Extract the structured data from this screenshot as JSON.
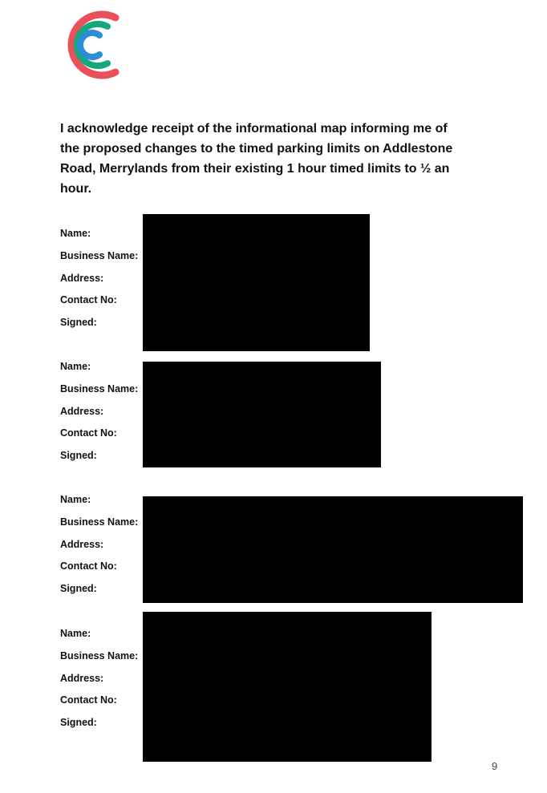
{
  "logo": {
    "name": "logo-rings",
    "colors": {
      "outer": "#e8505b",
      "middle": "#16a87a",
      "inner": "#2b8fd6"
    }
  },
  "paragraph": {
    "lines": [
      "I acknowledge receipt of the informational map informing me of",
      "the proposed changes to the timed parking limits on Addlestone",
      "Road, Merrylands from their existing 1 hour timed limits to ½ an",
      "hour."
    ]
  },
  "blocks": [
    {
      "labels": [
        "Name:",
        "Business Name:",
        "Address:",
        "Contact No:",
        "Signed:"
      ]
    },
    {
      "labels": [
        "Name:",
        "Business Name:",
        "Address:",
        "Contact No:",
        "Signed:"
      ]
    },
    {
      "labels": [
        "Name:",
        "Business Name:",
        "Address:",
        "Contact No:",
        "Signed:"
      ]
    },
    {
      "labels": [
        "Name:",
        "Business Name:",
        "Address:",
        "Contact No:",
        "Signed:"
      ]
    }
  ],
  "page_number": "9"
}
